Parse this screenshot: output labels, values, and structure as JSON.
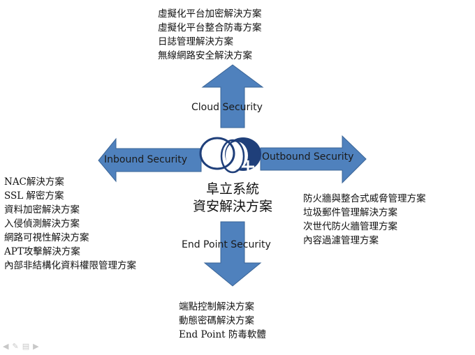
{
  "diagram": {
    "center": {
      "line1": "阜立系統",
      "line2": "資安解決方案"
    },
    "directions": {
      "up": {
        "label": "Cloud Security",
        "items": [
          "虛擬化平台加密解決方案",
          "虛擬化平台整合防毒方案",
          "日誌管理解決方案",
          "無線網路安全解決方案"
        ]
      },
      "left": {
        "label": "Inbound Security",
        "items": [
          "NAC解決方案",
          "SSL 解密方案",
          "資料加密解決方案",
          "入侵偵測解決方案",
          "網路可視性解決方案",
          "APT攻擊解決方案",
          "內部非結構化資料權限管理方案"
        ]
      },
      "right": {
        "label": "Outbound Security",
        "items": [
          "防火牆與整合式威脅管理方案",
          "垃圾郵件管理解決方案",
          "次世代防火牆管理方案",
          "內容過濾管理方案"
        ]
      },
      "down": {
        "label": "End Point Security",
        "items": [
          "端點控制解決方案",
          "動態密碼解決方案",
          "End Point 防毒軟體"
        ]
      }
    },
    "colors": {
      "arrow_fill": "#4f81bd",
      "arrow_stroke": "#3a6496",
      "logo": "#1f3f7a"
    }
  },
  "slideshow_nav": {
    "icons": [
      "prev-arrow-icon",
      "pen-icon",
      "menu-icon",
      "next-arrow-icon"
    ]
  }
}
